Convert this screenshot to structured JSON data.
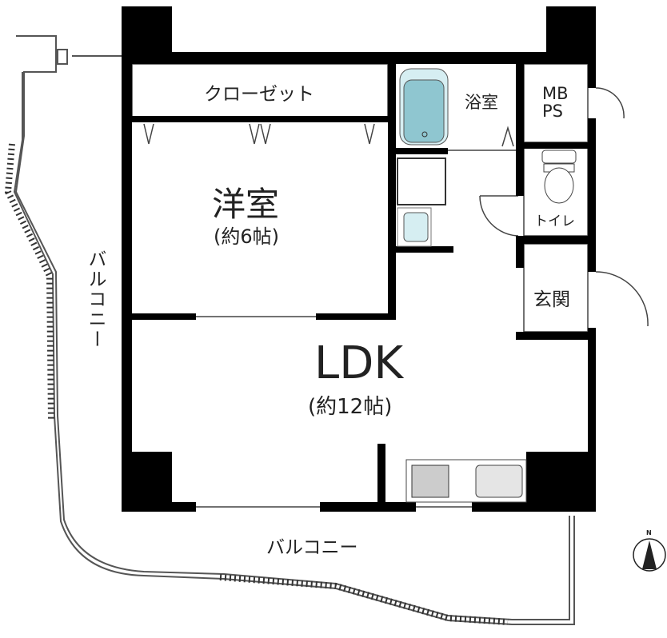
{
  "rooms": {
    "closet": "クローゼット",
    "bathroom": "浴室",
    "mbps_line1": "MB",
    "mbps_line2": "PS",
    "toilet": "トイレ",
    "western_room": "洋室",
    "western_room_size": "(約6帖)",
    "entrance": "玄関",
    "ldk": "LDK",
    "ldk_size": "(約12帖)",
    "balcony_side": "バルコニー",
    "balcony_bottom": "バルコニー"
  },
  "compass": {
    "label": "N"
  },
  "colors": {
    "wall": "#000000",
    "fixture": "#8fc6d0",
    "fixture_light": "#d6eef2"
  }
}
